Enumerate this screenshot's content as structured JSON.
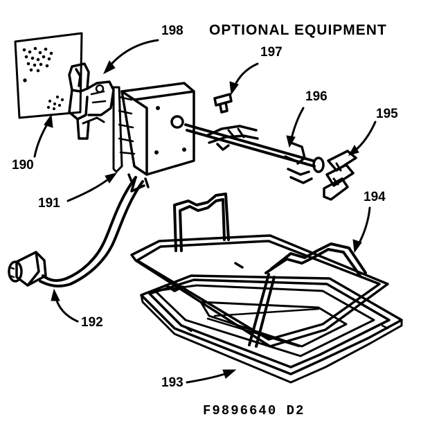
{
  "title": "OPTIONAL EQUIPMENT",
  "drawing_number": "F9896640 D2",
  "callouts": {
    "c190": "190",
    "c191": "191",
    "c192": "192",
    "c193": "193",
    "c194": "194",
    "c195": "195",
    "c196": "196",
    "c197": "197",
    "c198": "198"
  },
  "colors": {
    "ink": "#000000",
    "paper": "#ffffff"
  }
}
